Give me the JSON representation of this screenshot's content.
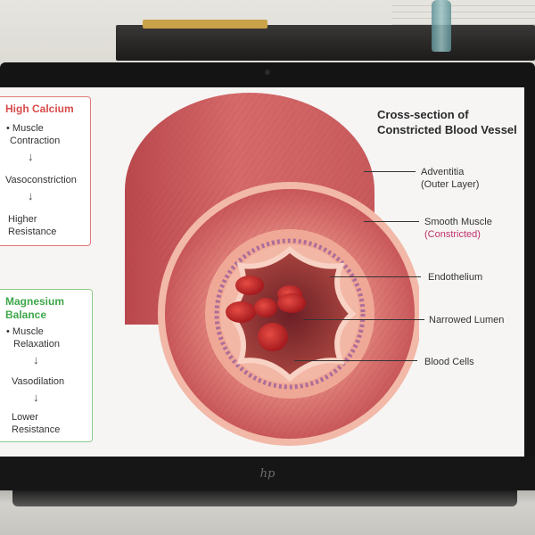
{
  "panels": {
    "high_calcium": {
      "title": "High Calcium",
      "steps": [
        "• Muscle",
        "Contraction",
        "Vasoconstriction",
        "Higher",
        "Resistance"
      ],
      "arrow": "↓"
    },
    "magnesium_balance": {
      "title": "Magnesium Balance",
      "steps": [
        "• Muscle",
        "Relaxation",
        "Vasodilation",
        "Lower",
        "Resistance"
      ],
      "arrow": "↓"
    }
  },
  "diagram": {
    "title": "Cross-section of Constricted Blood Vessel",
    "labels": {
      "adventitia": "Adventitia",
      "adventitia_sub": "(Outer Layer)",
      "smooth_muscle": "Smooth Muscle",
      "smooth_muscle_sub": "(Constricted)",
      "endothelium": "Endothelium",
      "narrowed_lumen": "Narrowed Lumen",
      "blood_cells": "Blood Cells"
    }
  },
  "device": {
    "logo": "hp"
  },
  "colors": {
    "calcium_accent": "#d84b4b",
    "magnesium_accent": "#3ea74a",
    "constricted_accent": "#c0306a",
    "vessel_outer": "#c9585a",
    "vessel_inner": "#f0a896"
  }
}
